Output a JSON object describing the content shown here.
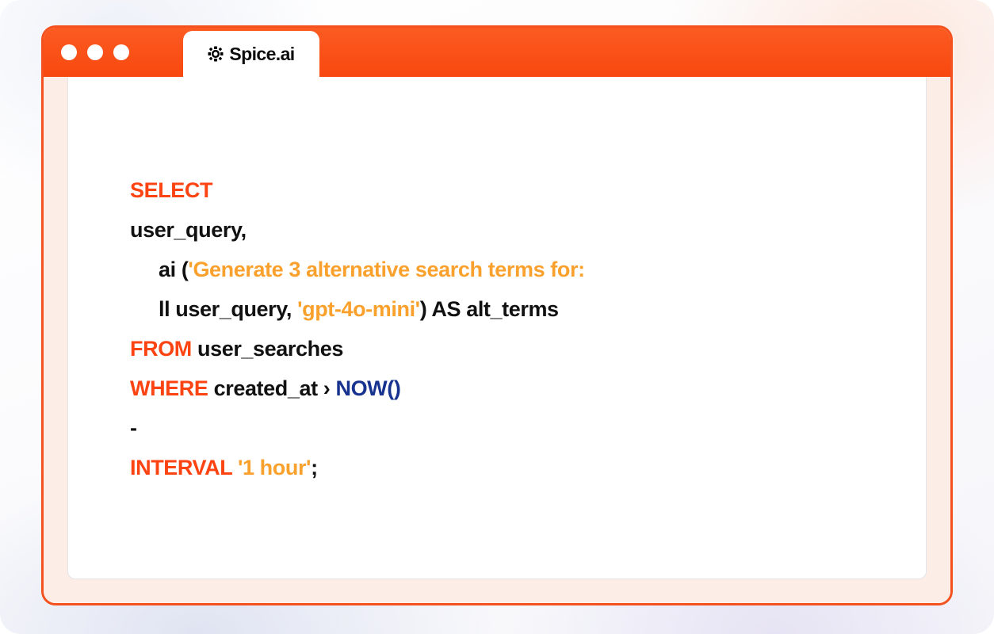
{
  "window": {
    "traffic_lights": [
      "close",
      "minimize",
      "maximize"
    ],
    "tab": {
      "logo_icon": "spice-cog-icon",
      "title": "Spice.ai"
    },
    "accent_color": "#f4511e",
    "titlebar_color": "#f8480f",
    "frame_color": "#fceee6"
  },
  "editor": {
    "language": "sql",
    "colors": {
      "keyword": "#fc4312",
      "string": "#f9a12c",
      "function": "#17328f",
      "plain": "#111111"
    },
    "lines": [
      {
        "indent": false,
        "tokens": [
          {
            "type": "keyword",
            "text": "SELECT"
          }
        ]
      },
      {
        "indent": false,
        "tokens": [
          {
            "type": "plain",
            "text": "user_query,"
          }
        ]
      },
      {
        "indent": true,
        "tokens": [
          {
            "type": "plain",
            "text": "ai ("
          },
          {
            "type": "string",
            "text": "'Generate 3 alternative search terms for:"
          }
        ]
      },
      {
        "indent": true,
        "tokens": [
          {
            "type": "plain",
            "text": "ll user_query, "
          },
          {
            "type": "string",
            "text": "'gpt-4o-mini'"
          },
          {
            "type": "plain",
            "text": ") AS alt_terms"
          }
        ]
      },
      {
        "indent": false,
        "tokens": [
          {
            "type": "keyword",
            "text": "FROM"
          },
          {
            "type": "plain",
            "text": " user_searches"
          }
        ]
      },
      {
        "indent": false,
        "tokens": [
          {
            "type": "keyword",
            "text": "WHERE"
          },
          {
            "type": "plain",
            "text": " created_at › "
          },
          {
            "type": "function",
            "text": "NOW()"
          }
        ]
      },
      {
        "indent": false,
        "tokens": [
          {
            "type": "plain",
            "text": "-"
          }
        ]
      },
      {
        "indent": false,
        "tokens": [
          {
            "type": "keyword",
            "text": "INTERVAL "
          },
          {
            "type": "string",
            "text": "'1 hour'"
          },
          {
            "type": "plain",
            "text": ";"
          }
        ]
      }
    ]
  }
}
